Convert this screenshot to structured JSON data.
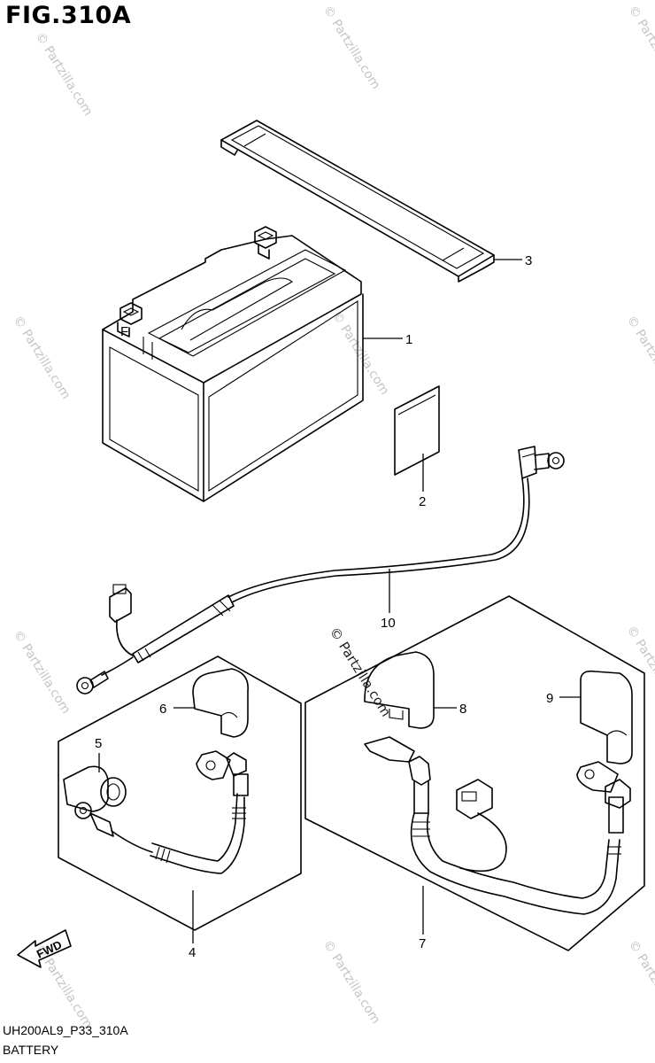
{
  "figure": {
    "title": "FIG.310A",
    "code": "UH200AL9_P33_310A",
    "name": "BATTERY"
  },
  "callouts": {
    "c1": "1",
    "c2": "2",
    "c3": "3",
    "c4": "4",
    "c5": "5",
    "c6": "6",
    "c7": "7",
    "c8": "8",
    "c9": "9",
    "c10": "10"
  },
  "labels": {
    "fwd": "FWD",
    "battery_terminal": "F",
    "watermark": "© Partzilla.com"
  }
}
